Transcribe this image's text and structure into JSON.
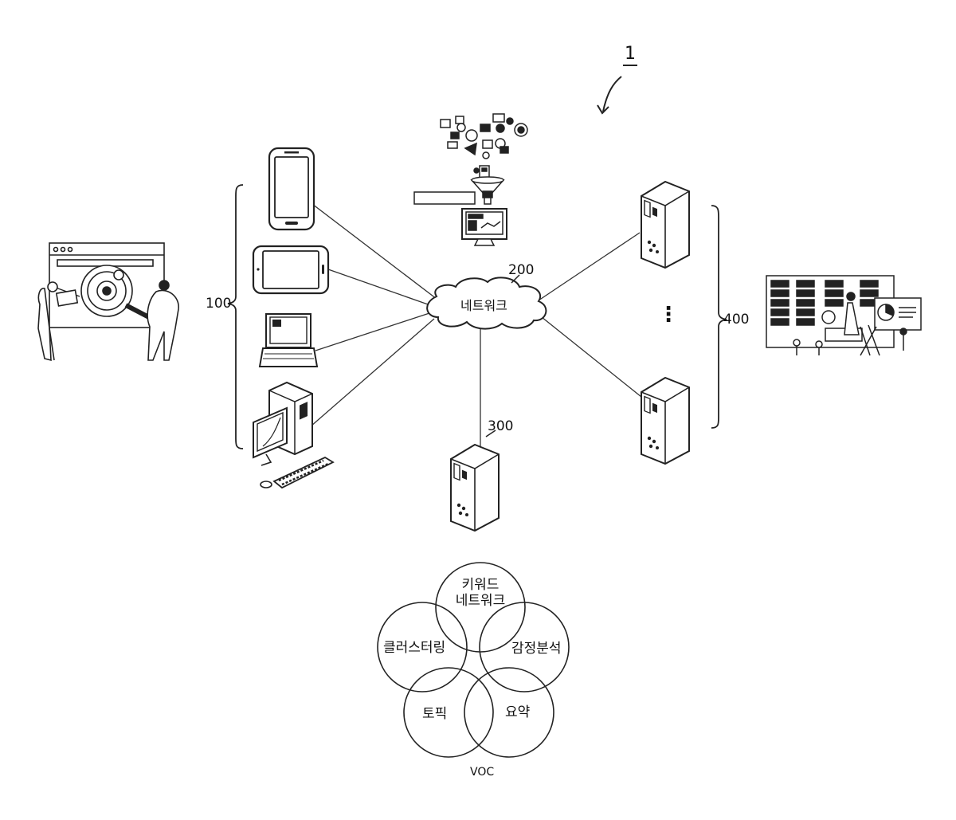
{
  "figure_label": "1",
  "network": {
    "ref": "200",
    "label": "네트워크"
  },
  "clients": {
    "ref": "100",
    "devices": [
      "smartphone",
      "tablet",
      "laptop",
      "desktop-pc"
    ]
  },
  "analysis_server": {
    "ref": "300"
  },
  "data_servers": {
    "ref": "400",
    "ellipsis": "⋮"
  },
  "venn": {
    "title": "VOC",
    "circles": [
      "키워드\n네트워크",
      "감정분석",
      "요약",
      "토픽",
      "클러스터링"
    ]
  },
  "illustrations": {
    "left": "users-inspecting-dashboard-illustration",
    "right": "data-center-analytics-illustration",
    "top": "data-funnel-illustration"
  }
}
